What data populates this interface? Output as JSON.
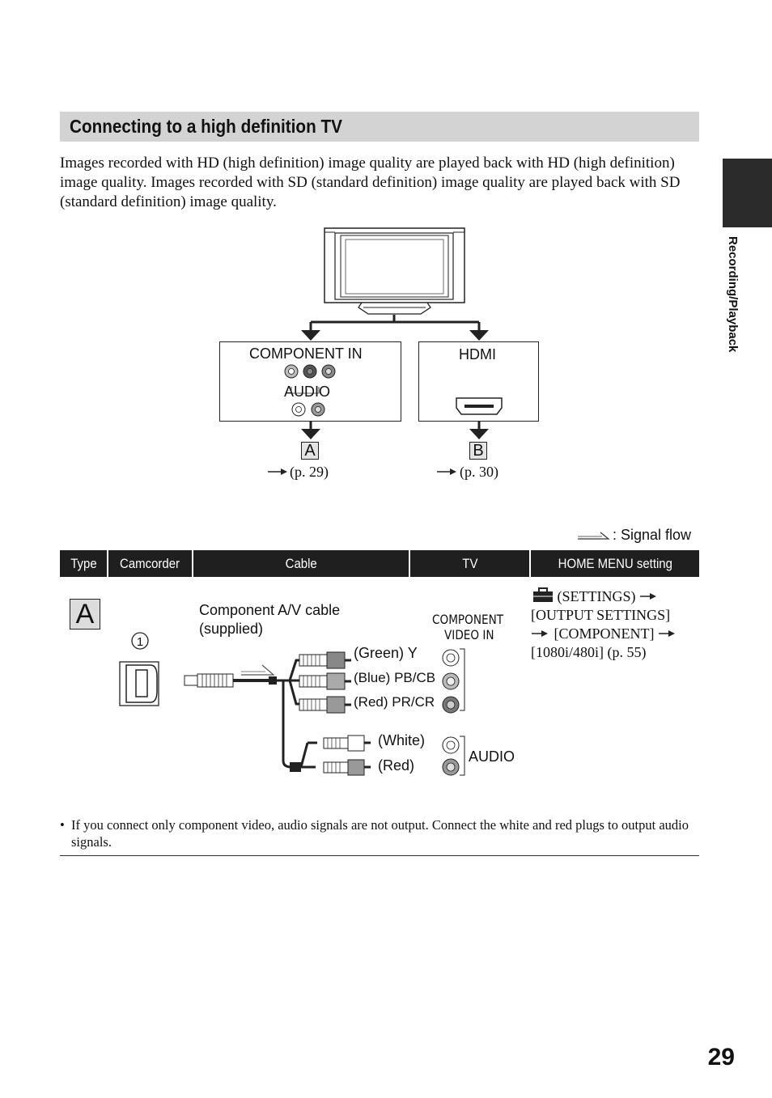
{
  "section": {
    "title": "Connecting to a high definition TV"
  },
  "intro": "Images recorded with HD (high definition) image quality are played back with HD (high definition) image quality. Images recorded with SD (standard definition) image quality are played back with SD (standard definition) image quality.",
  "sidebar": {
    "label": "Recording/Playback"
  },
  "diagram": {
    "component_box": {
      "title": "COMPONENT IN",
      "audio": "AUDIO",
      "letter": "A",
      "ref": "(p. 29)"
    },
    "hdmi_box": {
      "title": "HDMI",
      "letter": "B",
      "ref": "(p. 30)"
    }
  },
  "signal_flow_label": ": Signal flow",
  "table": {
    "headers": [
      "Type",
      "Camcorder",
      "Cable",
      "TV",
      "HOME MENU setting"
    ],
    "row": {
      "type_letter": "A",
      "camcorder_step": "1",
      "cable_name_line1": "Component A/V cable",
      "cable_name_line2": "(supplied)",
      "plug_green": "(Green) Y",
      "plug_blue": "(Blue) PB/CB",
      "plug_red_video": "(Red) PR/CR",
      "plug_white": "(White)",
      "plug_red_audio": "(Red)",
      "tv_video_line1": "COMPONENT",
      "tv_video_line2": "VIDEO IN",
      "tv_audio": "AUDIO",
      "menu_setting_line1": "(SETTINGS)",
      "menu_setting_line2": "[OUTPUT SETTINGS]",
      "menu_setting_line3": "[COMPONENT]",
      "menu_setting_line4": "[1080i/480i] (p. 55)"
    }
  },
  "note": "If you connect only component video, audio signals are not output. Connect the white and red plugs to output audio signals.",
  "page_number": "29",
  "icons": [
    "tv-icon",
    "arrow-down-icon",
    "component-jack-icon",
    "hdmi-port-icon",
    "signal-flow-icon",
    "toolbox-icon",
    "av-cable-icon"
  ]
}
